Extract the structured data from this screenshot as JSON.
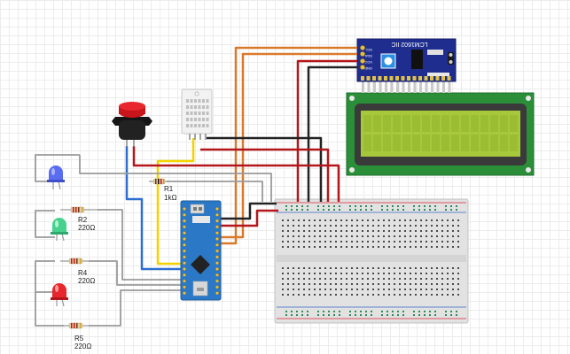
{
  "components": {
    "r1": {
      "name": "R1",
      "value": "1kΩ"
    },
    "r2": {
      "name": "R2",
      "value": "220Ω"
    },
    "r4": {
      "name": "R4",
      "value": "220Ω"
    },
    "r5": {
      "name": "R5",
      "value": "220Ω"
    },
    "i2c_module": {
      "title": "LCM1602 IIC",
      "pins": [
        "SCL",
        "SDA",
        "VCC",
        "GND"
      ]
    }
  },
  "colors": {
    "wire_black": "#222222",
    "wire_red": "#b3171b",
    "wire_orange": "#d97a2b",
    "wire_yellow": "#f2d300",
    "wire_blue": "#2d6fd0",
    "wire_gray": "#9a9a9a",
    "arduino_blue": "#2b79c6",
    "lcd_green": "#a6c83a",
    "i2c_board": "#1f2d8f"
  }
}
